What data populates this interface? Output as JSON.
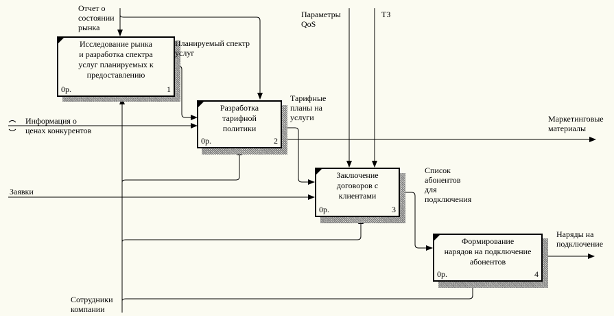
{
  "diagram": {
    "type": "IDEF0",
    "activities": [
      {
        "id": "A1",
        "title": "Исследование рынка\nи разработка спектра\nуслуг планируемых к\nпредоставлению",
        "cost": "0р.",
        "number": "1"
      },
      {
        "id": "A2",
        "title": "Разработка\nтарифной\nполитики",
        "cost": "0р.",
        "number": "2"
      },
      {
        "id": "A3",
        "title": "Заключение\nдоговоров с\nклиентами",
        "cost": "0р.",
        "number": "3"
      },
      {
        "id": "A4",
        "title": "Формирование\nнарядов на подключение\nабонентов",
        "cost": "0р.",
        "number": "4"
      }
    ],
    "arrows": {
      "market_report": "Отчет о\nсостоянии\nрынка",
      "planned_services": "Планируемый спектр\nуслуг",
      "qos_params": "Параметры\nQoS",
      "tz": "ТЗ",
      "competitor_prices": "Информация о\nценах конкурентов",
      "tariff_plans": "Тарифные\nпланы на\nуслуги",
      "marketing_materials": "Маркетинговые\nматериалы",
      "requests": "Заявки",
      "subscriber_list": "Список\nабонентов\nдля\nподключения",
      "work_orders": "Наряды на\nподключение",
      "employees": "Сотрудники\nкомпании"
    }
  }
}
